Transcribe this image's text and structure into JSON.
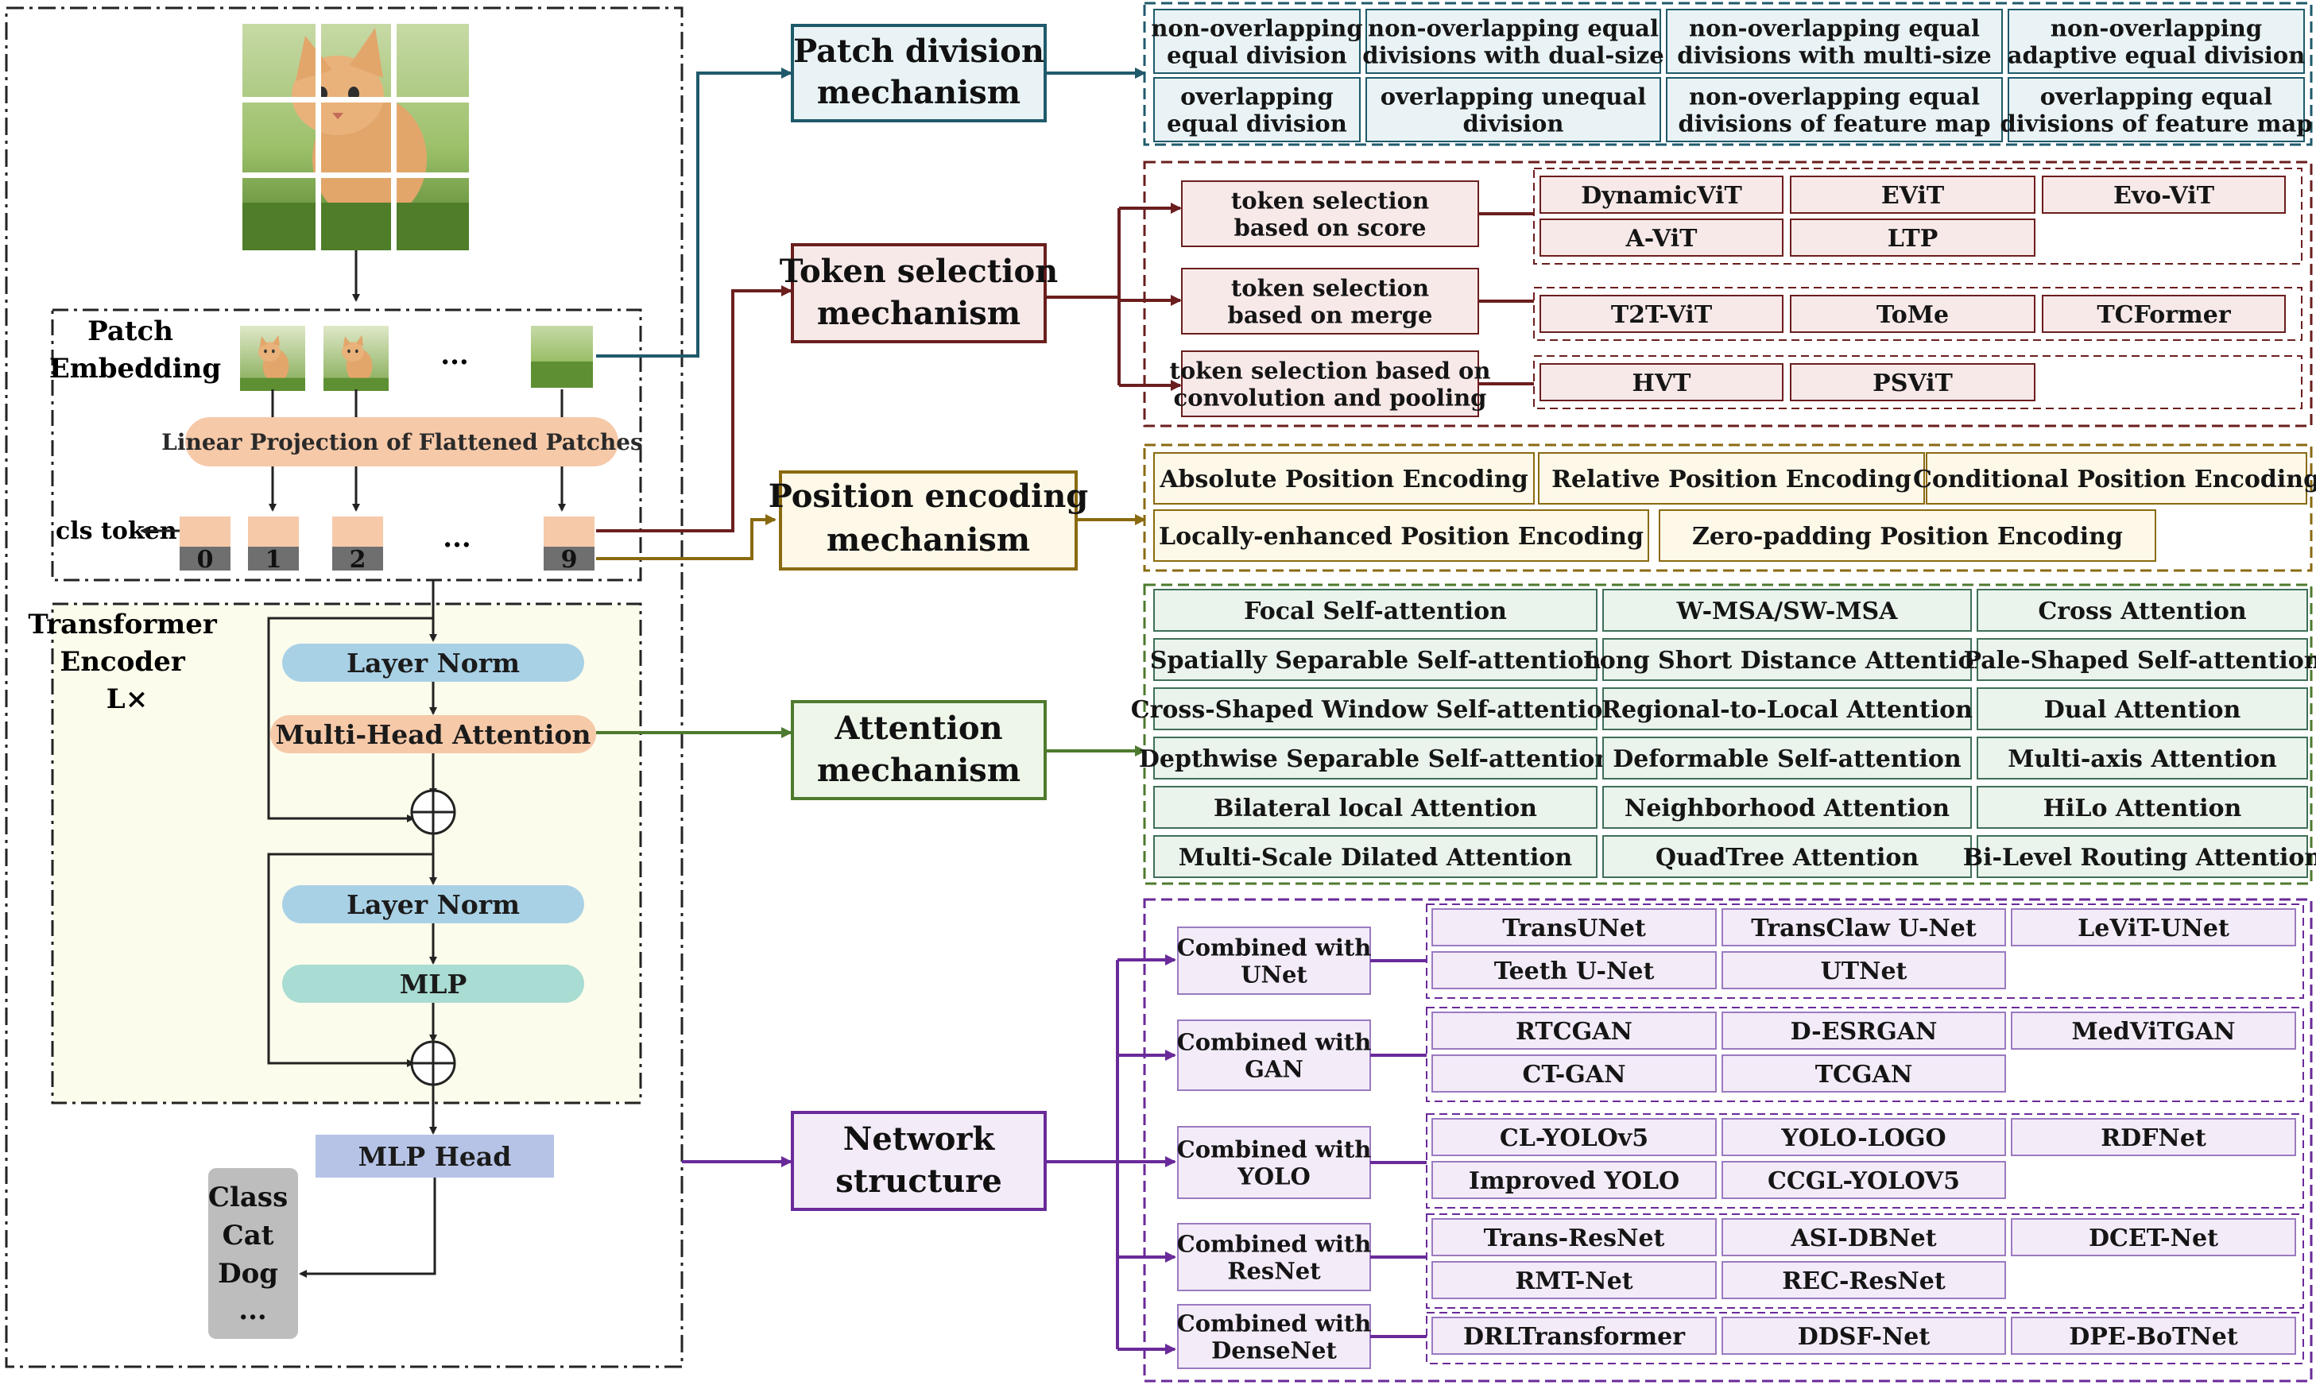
{
  "vit": {
    "patch_embedding_label": [
      "Patch",
      "Embedding"
    ],
    "linear_projection": "Linear Projection of Flattened Patches",
    "ellipsis": "...",
    "cls_token": "cls token",
    "tokens": [
      "0",
      "1",
      "2",
      "...",
      "9"
    ],
    "encoder_label": [
      "Transformer",
      "Encoder",
      "L×"
    ],
    "layer_norm": "Layer Norm",
    "attention": "Multi-Head Attention",
    "mlp": "MLP",
    "mlp_head": "MLP Head",
    "output": [
      "Class",
      "Cat",
      "Dog",
      "..."
    ]
  },
  "mechanisms": {
    "patch": {
      "title": [
        "Patch division",
        "mechanism"
      ],
      "items": [
        [
          "non-overlapping",
          "equal division"
        ],
        [
          "non-overlapping equal",
          "divisions with dual-size"
        ],
        [
          "non-overlapping equal",
          "divisions with multi-size"
        ],
        [
          "non-overlapping",
          "adaptive equal division"
        ],
        [
          "overlapping",
          "equal division"
        ],
        [
          "overlapping unequal",
          "division"
        ],
        [
          "non-overlapping equal",
          "divisions of feature map"
        ],
        [
          "overlapping equal",
          "divisions of feature map"
        ]
      ]
    },
    "token": {
      "title": [
        "Token selection",
        "mechanism"
      ],
      "groups": [
        {
          "label": [
            "token selection",
            "based on score"
          ],
          "items": [
            "DynamicViT",
            "EViT",
            "Evo-ViT",
            "A-ViT",
            "LTP"
          ]
        },
        {
          "label": [
            "token selection",
            "based on merge"
          ],
          "items": [
            "T2T-ViT",
            "ToMe",
            "TCFormer"
          ]
        },
        {
          "label": [
            "token selection based on",
            "convolution and pooling"
          ],
          "items": [
            "HVT",
            "PSViT"
          ]
        }
      ]
    },
    "position": {
      "title": [
        "Position encoding",
        "mechanism"
      ],
      "items": [
        "Absolute Position Encoding",
        "Relative Position Encoding",
        "Conditional Position Encoding",
        "Locally-enhanced Position Encoding",
        "Zero-padding Position Encoding"
      ]
    },
    "attention": {
      "title": [
        "Attention",
        "mechanism"
      ],
      "items": [
        "Focal Self-attention",
        "W-MSA/SW-MSA",
        "Cross Attention",
        "Spatially Separable Self-attention",
        "Long Short Distance Attention",
        "Pale-Shaped Self-attention",
        "Cross-Shaped Window Self-attention",
        "Regional-to-Local Attention",
        "Dual Attention",
        "Depthwise Separable Self-attention",
        "Deformable Self-attention",
        "Multi-axis Attention",
        "Bilateral local Attention",
        "Neighborhood Attention",
        "HiLo Attention",
        "Multi-Scale Dilated Attention",
        "QuadTree Attention",
        "Bi-Level Routing Attention"
      ]
    },
    "network": {
      "title": [
        "Network",
        "structure"
      ],
      "groups": [
        {
          "label": [
            "Combined with",
            "UNet"
          ],
          "items": [
            "TransUNet",
            "TransClaw U-Net",
            "LeViT-UNet",
            "Teeth U-Net",
            "UTNet"
          ]
        },
        {
          "label": [
            "Combined with",
            "GAN"
          ],
          "items": [
            "RTCGAN",
            "D-ESRGAN",
            "MedViTGAN",
            "CT-GAN",
            "TCGAN"
          ]
        },
        {
          "label": [
            "Combined with",
            "YOLO"
          ],
          "items": [
            "CL-YOLOv5",
            "YOLO-LOGO",
            "RDFNet",
            "Improved YOLO",
            "CCGL-YOLOV5"
          ]
        },
        {
          "label": [
            "Combined with",
            "ResNet"
          ],
          "items": [
            "Trans-ResNet",
            "ASI-DBNet",
            "DCET-Net",
            "RMT-Net",
            "REC-ResNet"
          ]
        },
        {
          "label": [
            "Combined with",
            "DenseNet"
          ],
          "items": [
            "DRLTransformer",
            "DDSF-Net",
            "DPE-BoTNet"
          ]
        }
      ]
    }
  },
  "colors": {
    "patch": "#1f5a6b",
    "token": "#6b1e1e",
    "position": "#8a6a10",
    "attention": "#4e7a2e",
    "network": "#6a2a9a",
    "peach": "#f6c9a8",
    "blue": "#a9d1e6",
    "teal": "#a9dcd3",
    "mlp_head": "#b6c3e6"
  }
}
